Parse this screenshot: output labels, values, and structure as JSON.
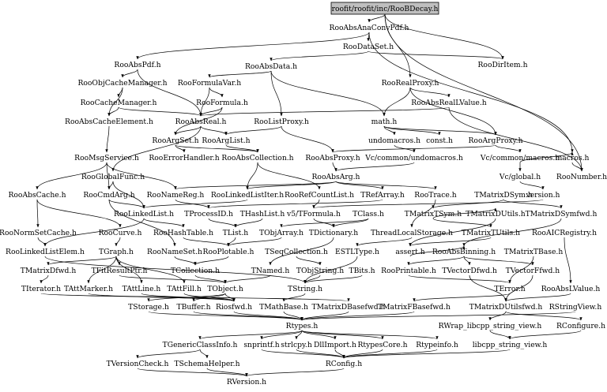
{
  "diagram": {
    "root": "roofit/roofit/inc/RooBDecay.h",
    "nodes": [
      "RooAbsAnaConvPdf.h",
      "RooDataSet.h",
      "RooAbsPdf.h",
      "RooAbsData.h",
      "RooDirItem.h",
      "RooObjCacheManager.h",
      "RooFormulaVar.h",
      "RooRealProxy.h",
      "RooCacheManager.h",
      "RooFormula.h",
      "RooAbsRealLValue.h",
      "RooAbsCacheElement.h",
      "RooAbsReal.h",
      "RooListProxy.h",
      "math.h",
      "undomacros.h",
      "const.h",
      "RooArgProxy.h",
      "RooArgSet.h",
      "RooArgList.h",
      "RooMsgService.h",
      "RooErrorHandler.h",
      "RooAbsCollection.h",
      "RooAbsProxy.h",
      "Vc/common/undomacros.h",
      "Vc/common/macros.h",
      "macros.h",
      "RooGlobalFunc.h",
      "RooAbsArg.h",
      "Vc/global.h",
      "RooNumber.h",
      "RooAbsCache.h",
      "RooCmdArg.h",
      "RooNameReg.h",
      "RooLinkedListIter.h",
      "RooRefCountList.h",
      "TRefArray.h",
      "RooTrace.h",
      "TMatrixDSym.h",
      "version.h",
      "RooLinkedList.h",
      "TProcessID.h",
      "THashList.h",
      "v5/TFormula.h",
      "TClass.h",
      "TMatrixTSym.h",
      "TMatrixDUtils.h",
      "TMatrixDSymfwd.h",
      "RooNormSetCache.h",
      "RooCurve.h",
      "RooHashTable.h",
      "TList.h",
      "TObjArray.h",
      "TDictionary.h",
      "ThreadLocalStorage.h",
      "TMatrixTUtils.h",
      "RooAICRegistry.h",
      "RooLinkedListElem.h",
      "TGraph.h",
      "RooNameSet.h",
      "RooPlotable.h",
      "TSeqCollection.h",
      "ESTLType.h",
      "assert.h",
      "RooAbsBinning.h",
      "TMatrixTBase.h",
      "TMatrixDfwd.h",
      "TFitResultPtr.h",
      "TCollection.h",
      "TNamed.h",
      "TObjString.h",
      "TBits.h",
      "RooPrintable.h",
      "TVectorDfwd.h",
      "TVectorFfwd.h",
      "TIterator.h",
      "TAttMarker.h",
      "TAttLine.h",
      "TAttFill.h",
      "TObject.h",
      "TString.h",
      "TError.h",
      "RooAbsLValue.h",
      "TStorage.h",
      "TBuffer.h",
      "Riosfwd.h",
      "TMathBase.h",
      "TMatrixDBasefwd.h",
      "TMatrixFBasefwd.h",
      "TMatrixDUtilsfwd.h",
      "RStringView.h",
      "Rtypes.h",
      "RWrap_libcpp_string_view.h",
      "RConfigure.h",
      "TGenericClassInfo.h",
      "snprintf.h",
      "strlcpy.h",
      "DllImport.h",
      "RtypesCore.h",
      "Rtypeinfo.h",
      "libcpp_string_view.h",
      "TVersionCheck.h",
      "TSchemaHelper.h",
      "RConfig.h",
      "RVersion.h"
    ]
  }
}
